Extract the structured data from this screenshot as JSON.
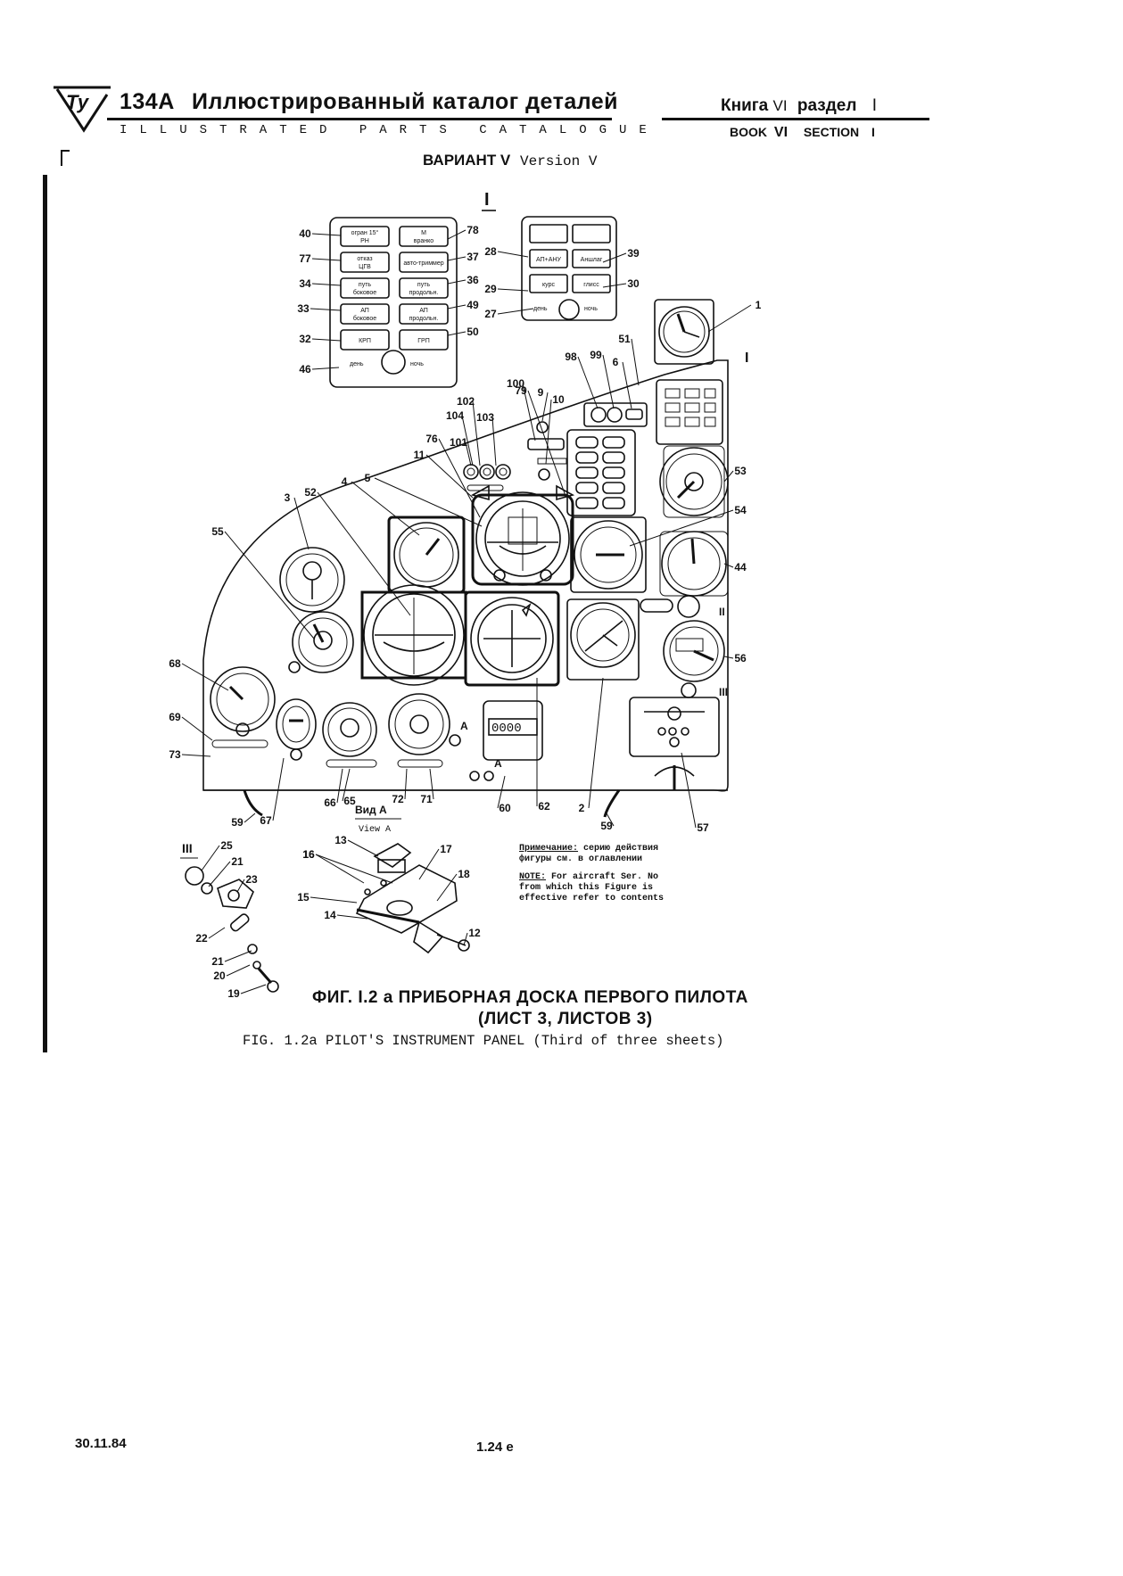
{
  "header": {
    "logo_text": "Ту",
    "model": "134А",
    "title_ru": "Иллюстрированный каталог деталей",
    "title_en": "ILLUSTRATED PARTS CATALOGUE",
    "book_ru_label": "Книга",
    "book_ru_num": "VI",
    "section_ru_label": "раздел",
    "section_ru_num": "I",
    "book_en_label": "BOOK",
    "book_en_num": "VI",
    "section_en_label": "SECTION",
    "section_en_num": "I"
  },
  "variant": {
    "ru": "ВАРИАНТ V",
    "en": "Version V"
  },
  "figure": {
    "view_mark_top": "I",
    "view_mark_II": "II",
    "view_mark_III": "III",
    "detail_III_label": "III",
    "view_a_ru": "Вид А",
    "view_a_en": "View A",
    "view_a_letter": "А",
    "left_panel_buttons": [
      [
        "огран 15° РН",
        "М вранко"
      ],
      [
        "отказ ЦГВ",
        "авто-триммер"
      ],
      [
        "путь боковое",
        "путь продольн."
      ],
      [
        "АП боковое",
        "АП продольн."
      ],
      [
        "КРП",
        "ГРП"
      ]
    ],
    "left_panel_knob_left": "день",
    "left_panel_knob_right": "ночь",
    "right_panel_buttons": [
      [
        "",
        ""
      ],
      [
        "АП+АНУ",
        "Аншлаг"
      ],
      [
        "курс",
        "глисс"
      ]
    ],
    "right_panel_knob_left": "день",
    "right_panel_knob_right": "ночь",
    "digital_counter": "0000",
    "callouts": [
      "40",
      "77",
      "34",
      "33",
      "32",
      "46",
      "78",
      "37",
      "36",
      "49",
      "50",
      "28",
      "29",
      "27",
      "39",
      "30",
      "1",
      "51",
      "6",
      "99",
      "98",
      "9",
      "10",
      "100",
      "102",
      "104",
      "103",
      "101",
      "76",
      "11",
      "79",
      "5",
      "4",
      "52",
      "3",
      "55",
      "53",
      "54",
      "44",
      "56",
      "68",
      "69",
      "73",
      "59",
      "67",
      "66",
      "65",
      "72",
      "71",
      "60",
      "62",
      "2",
      "57",
      "25",
      "21",
      "23",
      "22",
      "20",
      "19",
      "16",
      "13",
      "17",
      "18",
      "15",
      "14",
      "12"
    ]
  },
  "note": {
    "ru_label": "Примечание:",
    "ru_line1": "серию действия",
    "ru_line2": "фигуры см. в оглавлении",
    "en_label": "NOTE:",
    "en_line1": "For aircraft Ser. No",
    "en_line2": "from which this Figure is",
    "en_line3": "effective refer to contents"
  },
  "caption": {
    "ru_line1": "ФИГ. I.2 а  ПРИБОРНАЯ ДОСКА ПЕРВОГО ПИЛОТА",
    "ru_line2": "(ЛИСТ 3, ЛИСТОВ 3)",
    "en": "FIG. 1.2a PILOT'S INSTRUMENT PANEL (Third of three sheets)"
  },
  "footer": {
    "date": "30.11.84",
    "page": "1.24 е"
  }
}
